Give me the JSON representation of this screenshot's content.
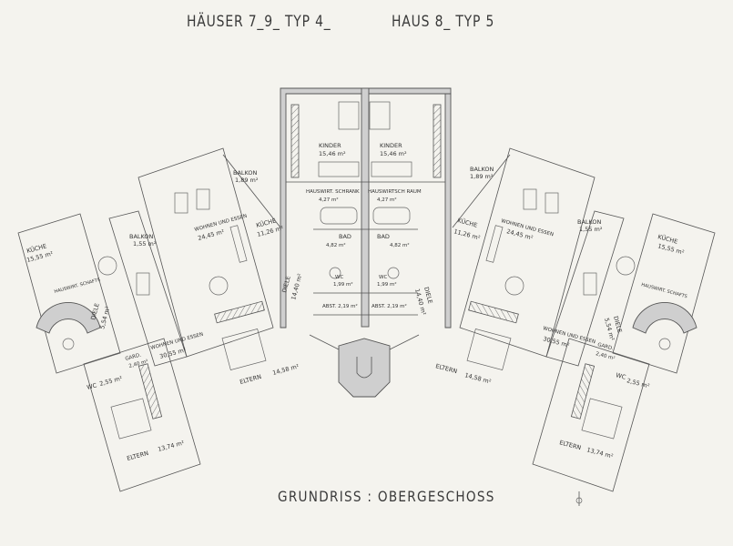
{
  "header": {
    "left": "HÄUSER 7_9_ TYP 4_",
    "right": "HAUS 8_ TYP 5"
  },
  "footer": {
    "caption": "GRUNDRISS : OBERGESCHOSS"
  },
  "rooms": {
    "kinder_left": "KINDER",
    "kinder_left_area": "15,46 m²",
    "kinder_right": "KINDER",
    "kinder_right_area": "15,46 m²",
    "hausw_schrank": "HAUSWIRT. SCHRANK",
    "hausw_schrank_area": "4,27 m²",
    "hausw_raum": "HAUSWIRTSCH RAUM",
    "hausw_raum_area": "4,27 m²",
    "bad_left": "BAD",
    "bad_left_area": "4,82 m²",
    "bad_right": "BAD",
    "bad_right_area": "4,82 m²",
    "wc_left": "WC",
    "wc_left_area": "1,99 m²",
    "wc_right": "WC",
    "wc_right_area": "1,99 m²",
    "abst_left": "ABST. 2,19 m²",
    "abst_right": "ABST. 2,19 m²",
    "balkon_a": "BALKON",
    "balkon_a_area": "1,89 m²",
    "balkon_b": "BALKON",
    "balkon_b_area": "1,55 m²",
    "balkon_c": "BALKON",
    "balkon_c_area": "1,89 m²",
    "balkon_d": "BALKON",
    "balkon_d_area": "1,55 m²",
    "wohnen_a": "WOHNEN UND ESSEN",
    "wohnen_a_area": "24,45 m²",
    "wohnen_b": "WOHNEN UND ESSEN",
    "wohnen_b_area": "24,45 m²",
    "wohnen_c": "WOHNEN UND ESSEN",
    "wohnen_c_area": "30,55 m²",
    "wohnen_d": "WOHNEN UND ESSEN",
    "wohnen_d_area": "30,55 m²",
    "kueche_a": "KÜCHE",
    "kueche_a_area": "11,26 m²",
    "kueche_b": "KÜCHE",
    "kueche_b_area": "11,26 m²",
    "kueche_c": "KÜCHE",
    "kueche_c_area": "15,55 m²",
    "kueche_d": "KÜCHE",
    "kueche_d_area": "15,55 m²",
    "diele_a": "DIELE",
    "diele_a_area": "14,40 m²",
    "diele_b": "DIELE",
    "diele_b_area": "14,40 m²",
    "diele_c": "DIELE",
    "diele_c_area": "5,54 m²",
    "diele_d": "DIELE",
    "diele_d_area": "5,54 m²",
    "eltern_a": "ELTERN",
    "eltern_a_area": "14,58 m²",
    "eltern_b": "ELTERN",
    "eltern_b_area": "14,58 m²",
    "eltern_c": "ELTERN",
    "eltern_c_area": "13,74 m²",
    "eltern_d": "ELTERN",
    "eltern_d_area": "13,74 m²",
    "hausw_schafts_a": "HAUSWIRT. SCHAFTS",
    "hausw_schafts_b": "HAUSWIRT. SCHAFTS",
    "wc_c": "WC",
    "wc_c_area": "2,55 m²",
    "wc_d": "WC",
    "wc_d_area": "2,55 m²",
    "gard_c": "GARD.",
    "gard_c_area": "2,40 m²",
    "gard_d": "GARD.",
    "gard_d_area": "2,40 m²"
  }
}
